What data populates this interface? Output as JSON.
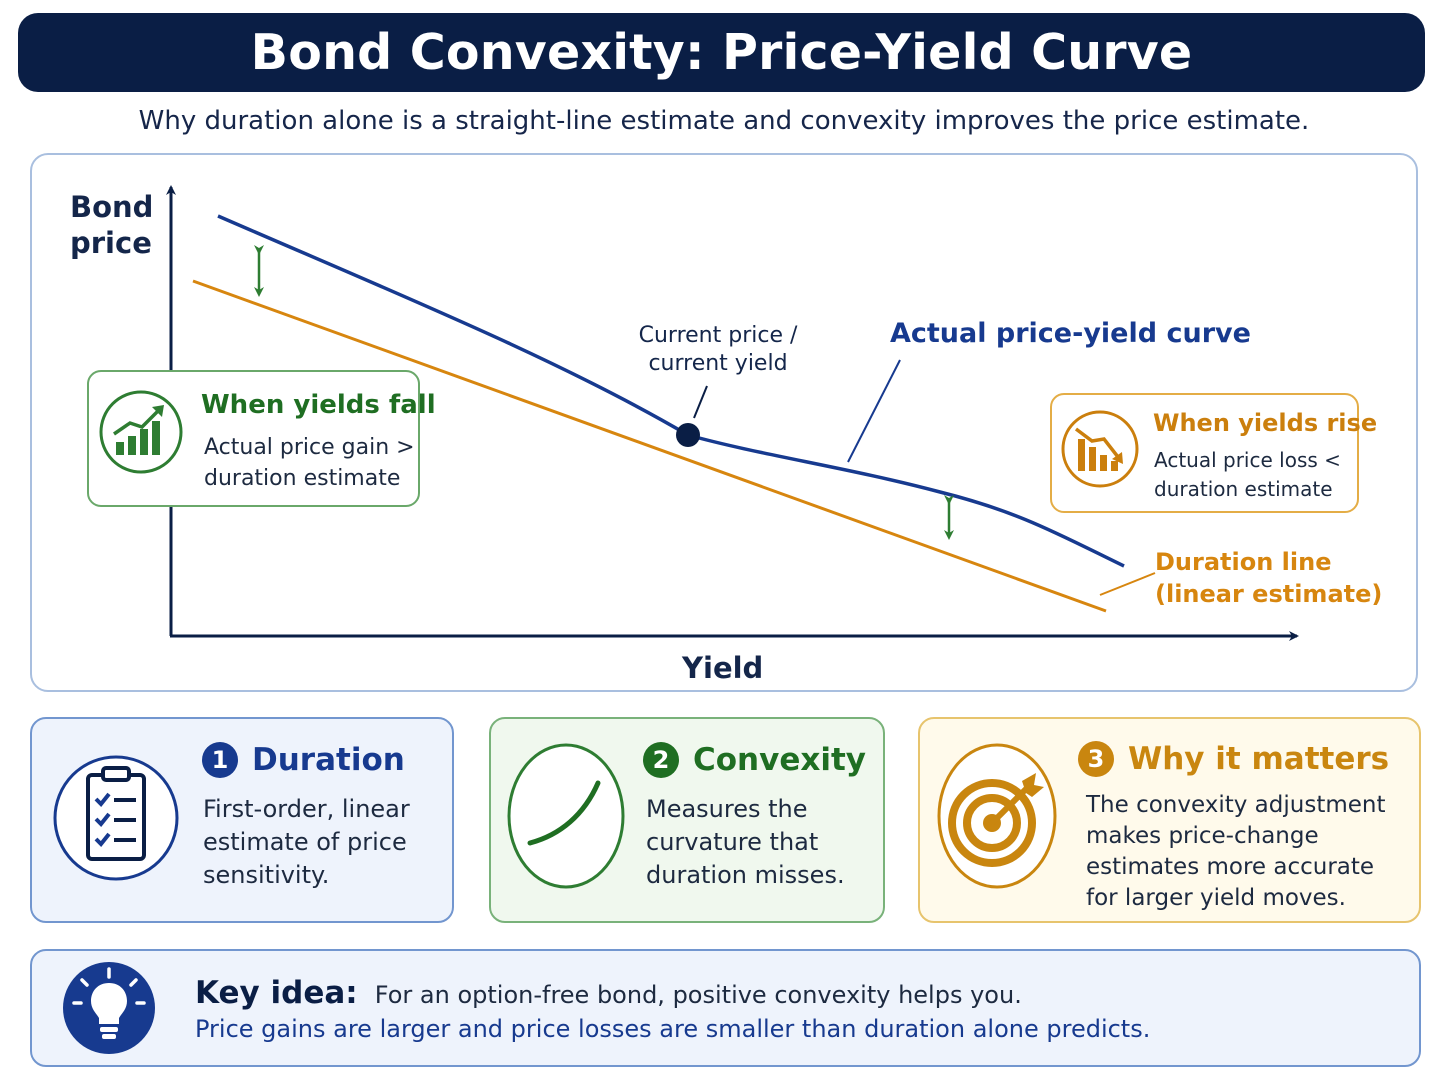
{
  "header": {
    "title": "Bond Convexity: Price-Yield Curve",
    "subtitle": "Why duration alone is a straight-line estimate and convexity improves the price estimate."
  },
  "chart_data": {
    "type": "line",
    "axes": {
      "y_label_line1": "Bond",
      "y_label_line2": "price",
      "x_label": "Yield"
    },
    "current_point_label_line1": "Current price /",
    "current_point_label_line2": "current yield",
    "series": [
      {
        "name": "Actual price-yield curve",
        "color": "#173a8f"
      },
      {
        "name_line1": "Duration line",
        "name_line2": "(linear estimate)",
        "color": "#d7860f"
      }
    ],
    "gap_marker_color": "#2e7d32"
  },
  "callouts": {
    "fall": {
      "title": "When yields fall",
      "text_line1": "Actual price gain >",
      "text_line2": "duration estimate",
      "icon": "chart-up-icon",
      "color": "#2e7d32"
    },
    "rise": {
      "title": "When yields rise",
      "text_line1": "Actual price loss <",
      "text_line2": "duration estimate",
      "icon": "chart-down-icon",
      "color": "#cb7f0d"
    }
  },
  "cards": {
    "duration": {
      "number": "1",
      "title": "Duration",
      "text": "First-order, linear estimate of price sensitivity.",
      "icon": "clipboard-checklist-icon"
    },
    "convexity": {
      "number": "2",
      "title": "Convexity",
      "text": "Measures the curvature that duration misses.",
      "icon": "curve-icon"
    },
    "matters": {
      "number": "3",
      "title": "Why it matters",
      "text": "The convexity adjustment makes price-change estimates more accurate for larger yield moves.",
      "icon": "target-icon"
    }
  },
  "key_idea": {
    "heading": "Key idea:",
    "line1": "For an option-free bond, positive convexity helps you.",
    "line2": "Price gains are larger and price losses are smaller than duration alone predicts.",
    "icon": "lightbulb-icon"
  }
}
